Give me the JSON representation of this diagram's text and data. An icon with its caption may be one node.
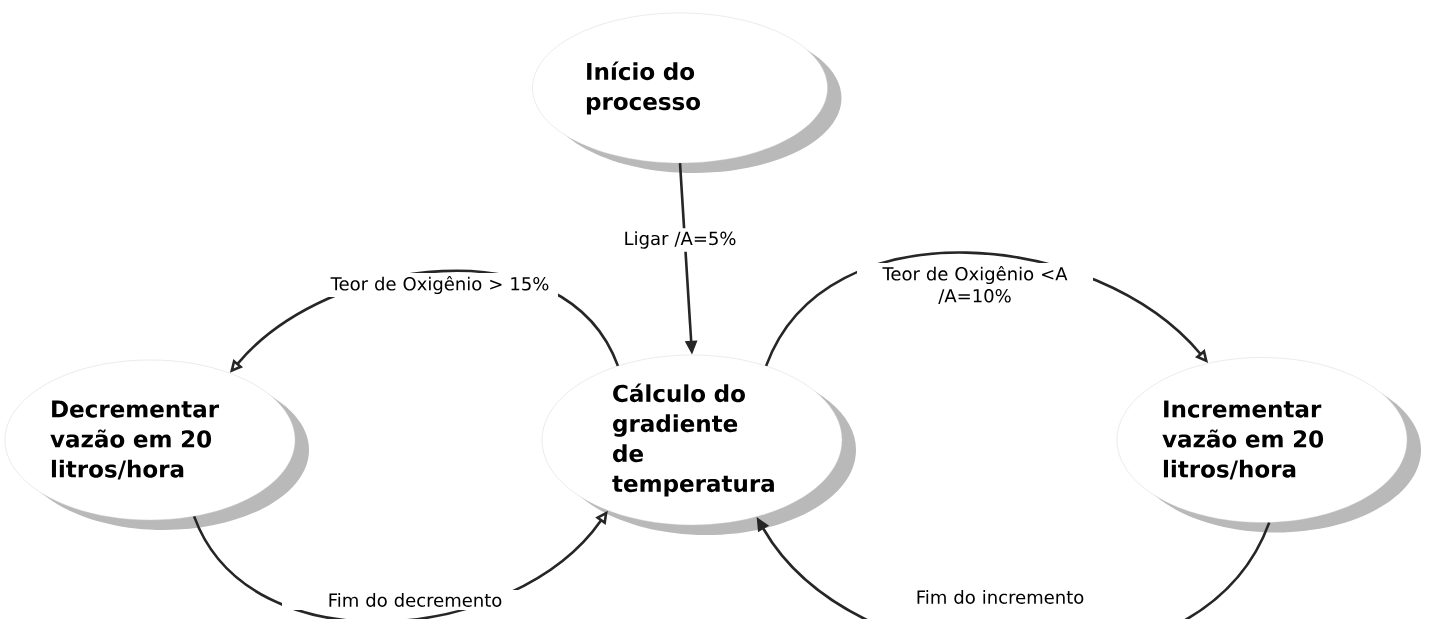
{
  "diagram": {
    "nodes": [
      {
        "text": [
          "Início do processo"
        ]
      },
      {
        "text": [
          "Decrementar vazão em 20 litros/hora"
        ]
      },
      {
        "text": [
          "Cálculo do gradiente de temperatura"
        ]
      },
      {
        "text": [
          "Incrementar vazão em 20 litros/hora"
        ]
      }
    ],
    "edges": [
      {
        "from": 0,
        "to": 2,
        "arrow": "to",
        "label": "Ligar /A=5%"
      },
      {
        "from": 2,
        "to": 1,
        "arrow": "to",
        "label": "Teor de Oxigênio > 15%"
      },
      {
        "from": 2,
        "to": 3,
        "arrow": "to",
        "label": "Teor de Oxigênio <A /A=10%"
      },
      {
        "from": 1,
        "to": 2,
        "arrow": "to",
        "label": "Fim do decremento"
      },
      {
        "from": 3,
        "to": 2,
        "arrow": "to",
        "label": "Fim do incremento"
      }
    ]
  }
}
